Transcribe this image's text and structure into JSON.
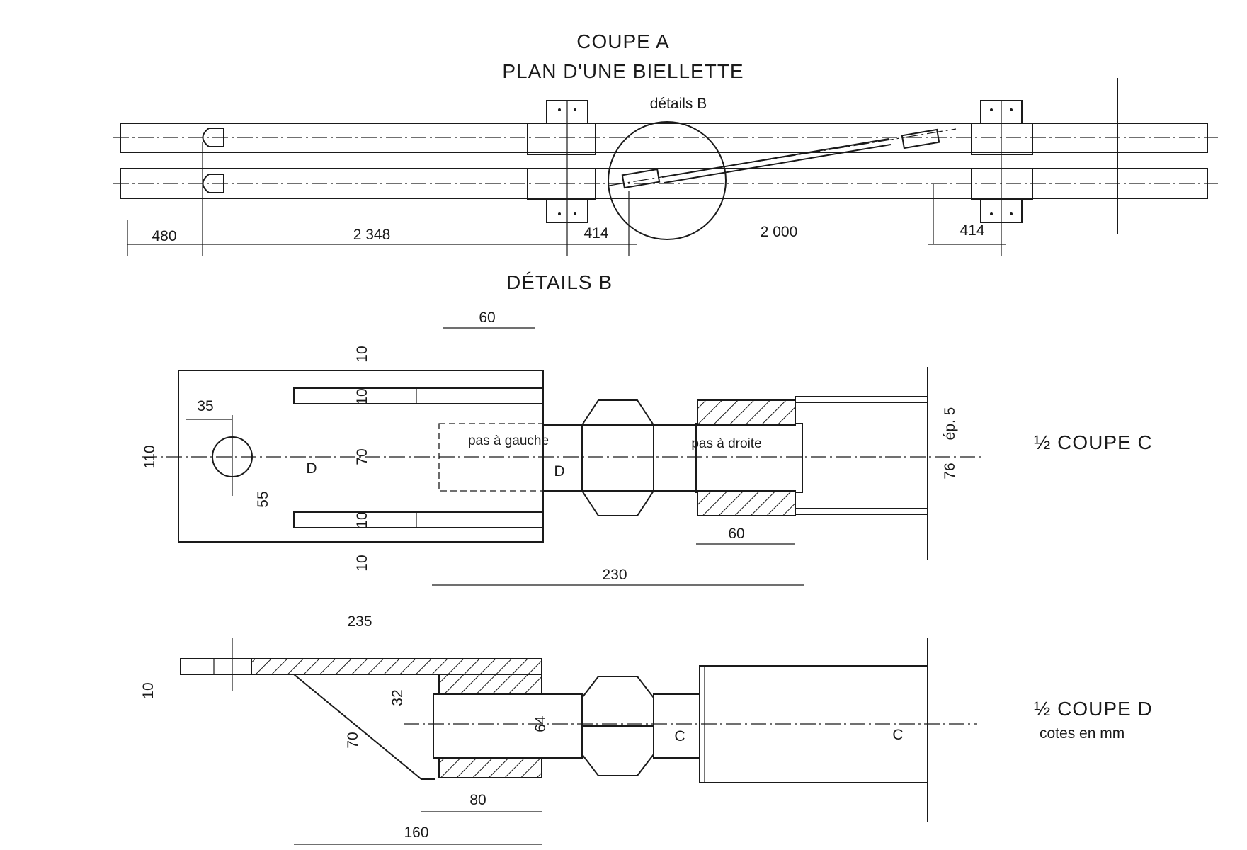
{
  "titles": {
    "section_a": "COUPE A",
    "plan": "PLAN D'UNE BIELLETTE",
    "details_b_callout": "détails B",
    "details_b": "DÉTAILS B",
    "half_section_c": "½ COUPE C",
    "half_section_d": "½ COUPE D",
    "units_note": "cotes en mm"
  },
  "plan_dimensions": {
    "d480": "480",
    "d2348": "2 348",
    "d414_left": "414",
    "d2000": "2 000",
    "d414_right": "414"
  },
  "detail_c": {
    "top_60": "60",
    "width_10_top": "10",
    "width_10_upper_bar": "10",
    "hole_35": "35",
    "height_110": "110",
    "height_70": "70",
    "offset_55": "55",
    "width_10_lower_bar": "10",
    "width_10_bottom": "10",
    "label_pas_gauche": "pas à gauche",
    "label_pas_droite": "pas à droite",
    "section_mark_d1": "D",
    "section_mark_d2": "D",
    "thickness_ep5": "ép. 5",
    "diameter_76": "76",
    "nut_60": "60",
    "length_230": "230"
  },
  "detail_d": {
    "length_235": "235",
    "plate_10": "10",
    "thread_32": "32",
    "diameter_64": "64",
    "gusset_70": "70",
    "length_80": "80",
    "length_160": "160",
    "section_mark_c1": "C",
    "section_mark_c2": "C"
  }
}
